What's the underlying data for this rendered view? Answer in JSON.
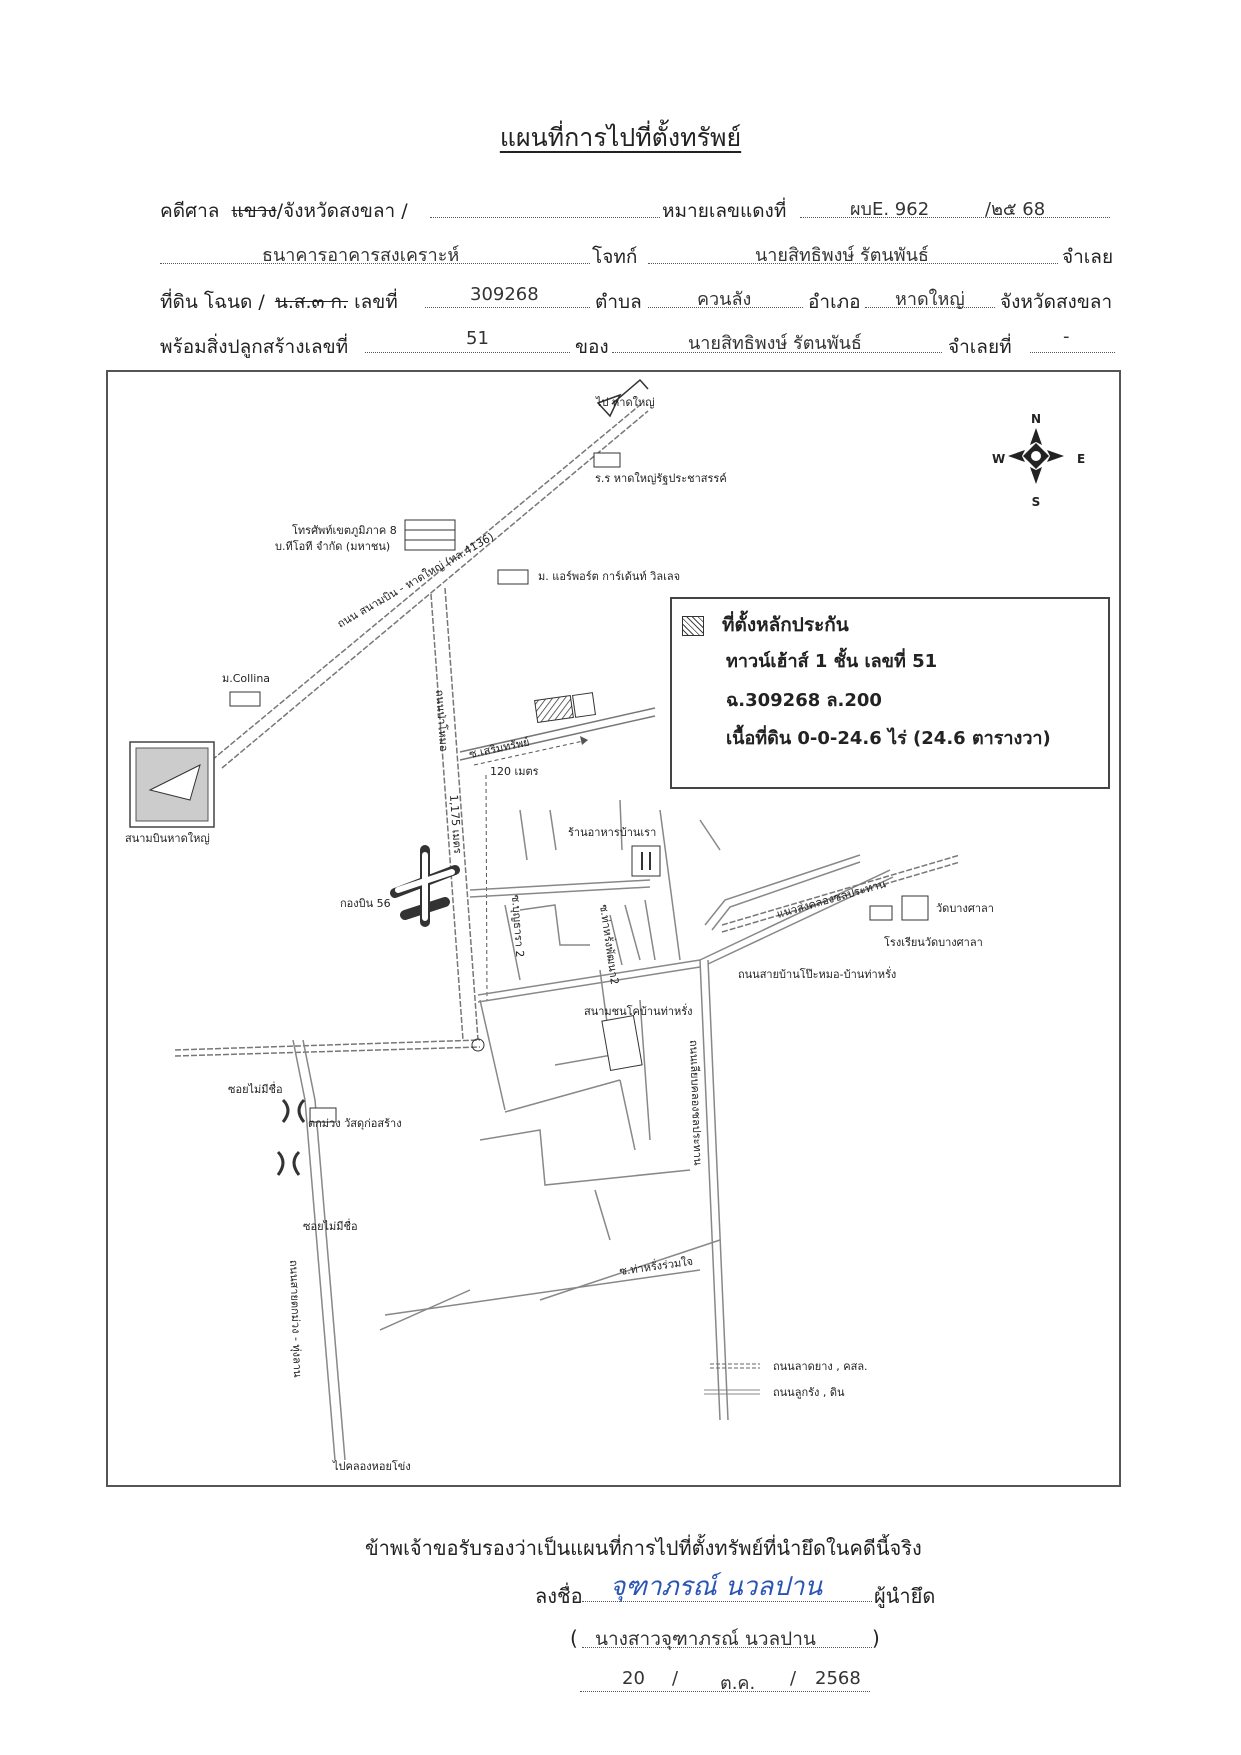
{
  "title": "แผนที่การไปที่ตั้งทรัพย์",
  "header": {
    "court_label": "คดีศาล",
    "court_struck": "แขวง",
    "court_rest": "/จังหวัดสงขลา /",
    "red_case_label": "หมายเลขแดงที่",
    "red_case_prefix": "ผบE. 962",
    "red_case_year": "/๒๕ 68",
    "plaintiff": "ธนาคารอาคารสงเคราะห์",
    "plaintiff_label": "โจทก์",
    "defendant": "นายสิทธิพงษ์ รัตนพันธ์",
    "defendant_label": "จำเลย",
    "land_label": "ที่ดิน โฉนด /",
    "land_struck": "น.ส.๓ ก.",
    "number_label": "เลขที่",
    "deed_no": "309268",
    "subdistrict_label": "ตำบล",
    "subdistrict": "ควนลัง",
    "district_label": "อำเภอ",
    "district": "หาดใหญ่",
    "province_label": "จังหวัดสงขลา",
    "building_label": "พร้อมสิ่งปลูกสร้างเลขที่",
    "building_no": "51",
    "owner_label": "ของ",
    "owner": "นายสิทธิพงษ์ รัตนพันธ์",
    "defendant_no_label": "จำเลยที่",
    "defendant_no": "-"
  },
  "compass": {
    "n": "N",
    "s": "S",
    "e": "E",
    "w": "W"
  },
  "infobox": {
    "line1": "ที่ตั้งหลักประกัน",
    "line2": "ทาวน์เฮ้าส์ 1 ชั้น เลขที่ 51",
    "line3": "ฉ.309268 ล.200",
    "line4": "เนื้อที่ดิน 0-0-24.6 ไร่ (24.6 ตารางวา)"
  },
  "map_labels": {
    "to_hatyai": "ไป หาดใหญ่",
    "school": "ร.ร หาดใหญ่รัฐประชาสรรค์",
    "telecom1": "โทรศัพท์เขตภูมิภาค 8",
    "telecom2": "บ.ทีโอที จำกัด (มหาชน)",
    "airport_garden": "ม. แอร์พอร์ต การ์เด้นท์ วิลเลจ",
    "main_road": "ถนน สนามบิน - หาดใหญ่ (ทล.4136)",
    "collina": "ม.Collina",
    "airport": "สนามบินหาดใหญ่",
    "soi_sermsap": "ซ.เสริมทรัพย์",
    "dist_120": "120 เมตร",
    "road_pamok": "ถนนป่าโหมอ",
    "dist_1175": "1,175 เมตร",
    "restaurant": "ร้านอาหารบ้านเรา",
    "wing56": "กองบิน 56",
    "soi_bunthara": "ซ.บุญธารา 2",
    "soi_thaerang": "ซ.ท่าหรั่งพัฒนา2",
    "canal": "แนวส่งคลองชลประทาน",
    "wat": "วัดบางศาลา",
    "school2": "โรงเรียนวัดบางศาลา",
    "road_sai": "ถนนสายบ้านโป๊ะหมอ-บ้านท่าหรั่ง",
    "field": "สนามชนโคบ้านท่าหรั่ง",
    "soi_nameless1": "ซอยไม่มีชื่อ",
    "soi_nameless2": "ซอยไม่มีชื่อ",
    "tokmuang": "ตกม่วง วัสดุก่อสร้าง",
    "road_irrigation": "ถนนเลียบคลองชลประทาน",
    "soi_thaerang_ruam": "ซ.ท่าหรั่งร่วมใจ",
    "road_tokmuang": "ถนนสายตกม่วง - ทุ่งลาน",
    "to_khlong": "ไปคลองหอยโข่ง",
    "legend_paved": "ถนนลาดยาง , คสล.",
    "legend_gravel": "ถนนลูกรัง , ดิน"
  },
  "certification": {
    "statement": "ข้าพเจ้าขอรับรองว่าเป็นแผนที่การไปที่ตั้งทรัพย์ที่นำยึดในคดีนี้จริง",
    "sign_label": "ลงชื่อ",
    "signature": "จุฑาภรณ์ นวลปาน",
    "role": "ผู้นำยึด",
    "name": "นางสาวจุฑาภรณ์ นวลปาน",
    "day": "20",
    "month": "ต.ค.",
    "year": "2568"
  }
}
